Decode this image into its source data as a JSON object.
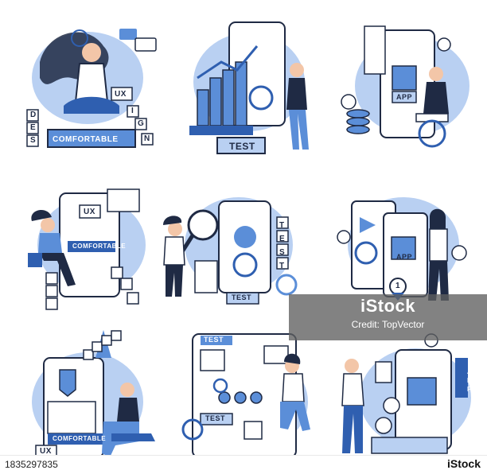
{
  "palette": {
    "blue_dark": "#2f5fb0",
    "blue": "#5b8ed8",
    "blue_light": "#b9d0f2",
    "navy": "#1f2a44",
    "skin": "#f3c6a8",
    "white": "#ffffff"
  },
  "scenes": [
    {
      "name": "design-meditation",
      "labels": {
        "box": "COMFORTABLE",
        "tag": "UX",
        "letters": [
          "D",
          "E",
          "S",
          "I",
          "G",
          "N"
        ]
      }
    },
    {
      "name": "analytics-test",
      "labels": {
        "sign": "TEST"
      }
    },
    {
      "name": "mobile-app",
      "labels": {
        "phone": "APP"
      }
    },
    {
      "name": "ux-design-woman",
      "labels": {
        "tag": "UX",
        "box": "COMFORTABLE"
      }
    },
    {
      "name": "magnifier-test",
      "labels": {
        "sign": "TEST",
        "vertical": "TEST"
      }
    },
    {
      "name": "app-badge",
      "labels": {
        "phone": "APP",
        "badge": "1"
      }
    },
    {
      "name": "design-stairs",
      "labels": {
        "box": "COMFORTABLE",
        "tag": "UX"
      }
    },
    {
      "name": "test-workflow",
      "labels": {
        "top": "TEST",
        "sign": "TEST"
      }
    },
    {
      "name": "app-presenter",
      "labels": {
        "vertical": "APP"
      }
    }
  ],
  "watermark": {
    "logo": "iStock",
    "credit": "Credit: TopVector"
  },
  "footer": {
    "image_id": "1835297835",
    "logo": "iStock"
  }
}
